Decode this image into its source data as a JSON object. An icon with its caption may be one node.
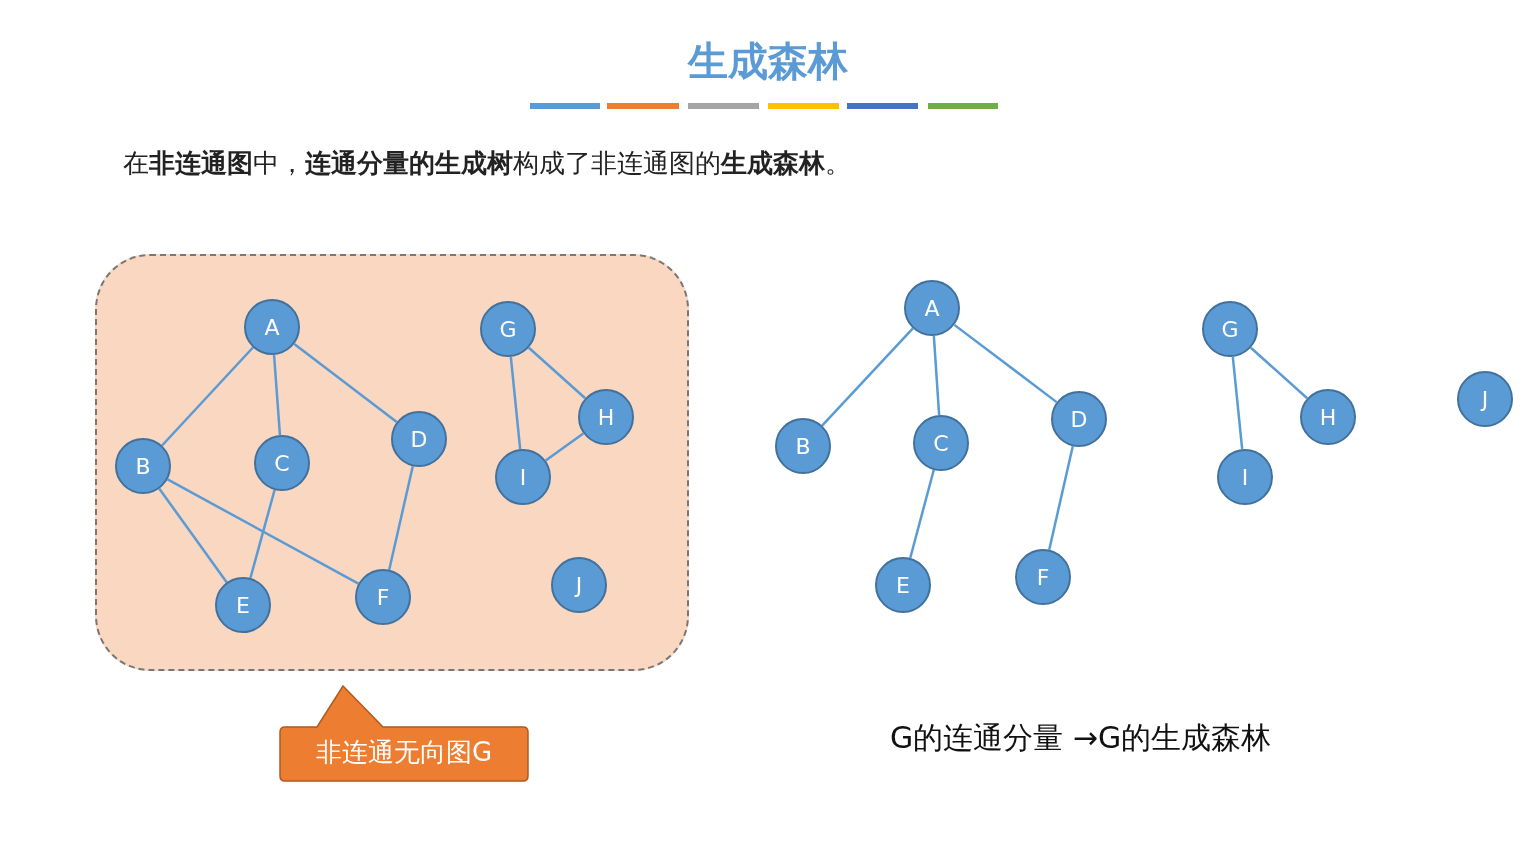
{
  "diagram": {
    "title": "生成森林",
    "nodes": [
      {
        "text": [],
        "shape": "box"
      },
      {
        "text": [
          "A"
        ],
        "in": 0
      },
      {
        "text": [
          "B"
        ],
        "in": 0
      },
      {
        "text": [
          "C"
        ],
        "in": 0
      },
      {
        "text": [
          "D"
        ],
        "in": 0
      },
      {
        "text": [
          "E"
        ],
        "in": 0
      },
      {
        "text": [
          "F"
        ],
        "in": 0
      },
      {
        "text": [
          "G"
        ],
        "in": 0
      },
      {
        "text": [
          "H"
        ],
        "in": 0
      },
      {
        "text": [
          "I"
        ],
        "in": 0
      },
      {
        "text": [
          "J"
        ],
        "in": 0
      },
      {
        "text": [
          "非连通无向图G"
        ]
      },
      {
        "text": [
          "A"
        ]
      },
      {
        "text": [
          "B"
        ]
      },
      {
        "text": [
          "C"
        ]
      },
      {
        "text": [
          "D"
        ]
      },
      {
        "text": [
          "E"
        ]
      },
      {
        "text": [
          "F"
        ]
      },
      {
        "text": [
          "G"
        ]
      },
      {
        "text": [
          "H"
        ]
      },
      {
        "text": [
          "I"
        ]
      },
      {
        "text": [
          "J"
        ]
      }
    ],
    "edges": [
      {
        "from": 1,
        "to": 2,
        "arrow": "none"
      },
      {
        "from": 1,
        "to": 3,
        "arrow": "none"
      },
      {
        "from": 1,
        "to": 4,
        "arrow": "none"
      },
      {
        "from": 2,
        "to": 5,
        "arrow": "none"
      },
      {
        "from": 2,
        "to": 6,
        "arrow": "none"
      },
      {
        "from": 3,
        "to": 5,
        "arrow": "none"
      },
      {
        "from": 4,
        "to": 6,
        "arrow": "none"
      },
      {
        "from": 7,
        "to": 8,
        "arrow": "none"
      },
      {
        "from": 7,
        "to": 9,
        "arrow": "none"
      },
      {
        "from": 8,
        "to": 9,
        "arrow": "none"
      },
      {
        "from": 12,
        "to": 13,
        "arrow": "none"
      },
      {
        "from": 12,
        "to": 14,
        "arrow": "none"
      },
      {
        "from": 12,
        "to": 15,
        "arrow": "none"
      },
      {
        "from": 14,
        "to": 16,
        "arrow": "none"
      },
      {
        "from": 15,
        "to": 17,
        "arrow": "none"
      },
      {
        "from": 18,
        "to": 19,
        "arrow": "none"
      },
      {
        "from": 18,
        "to": 20,
        "arrow": "none"
      }
    ],
    "labels": [
      "在**非连通图**中，**连通分量的生成树**构成了非连通图的**生成森林**。",
      "G的连通分量 →G的生成森林"
    ]
  }
}
